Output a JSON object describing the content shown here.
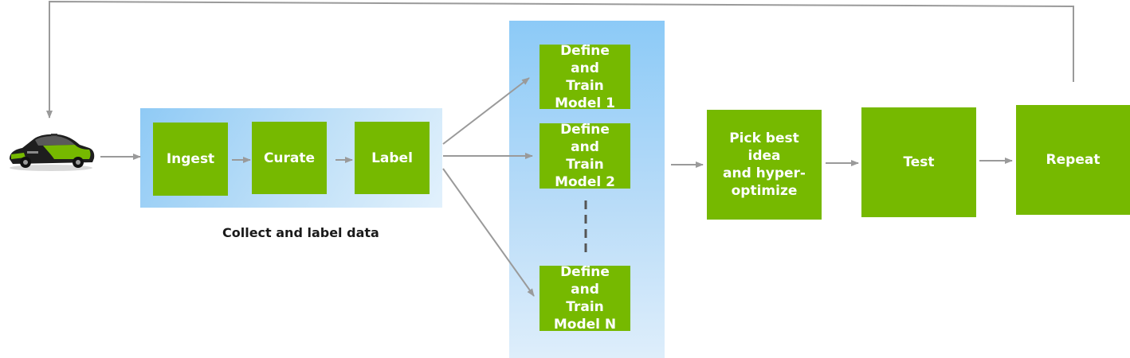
{
  "pipeline": {
    "ingest": "Ingest",
    "curate": "Curate",
    "label": "Label",
    "collect_caption": "Collect and label data"
  },
  "models": [
    {
      "label": "Define and\nTrain\nModel 1"
    },
    {
      "label": "Define and\nTrain\nModel 2"
    },
    {
      "label": "Define and\nTrain\nModel N"
    }
  ],
  "downstream": {
    "pick_best": "Pick best idea\nand hyper-\noptimize",
    "test": "Test",
    "repeat": "Repeat"
  },
  "colors": {
    "box_green": "#76b900",
    "arrow_gray": "#9a9a9a",
    "panel_blue": "#8fcaf5",
    "box_text": "#ffffff"
  }
}
